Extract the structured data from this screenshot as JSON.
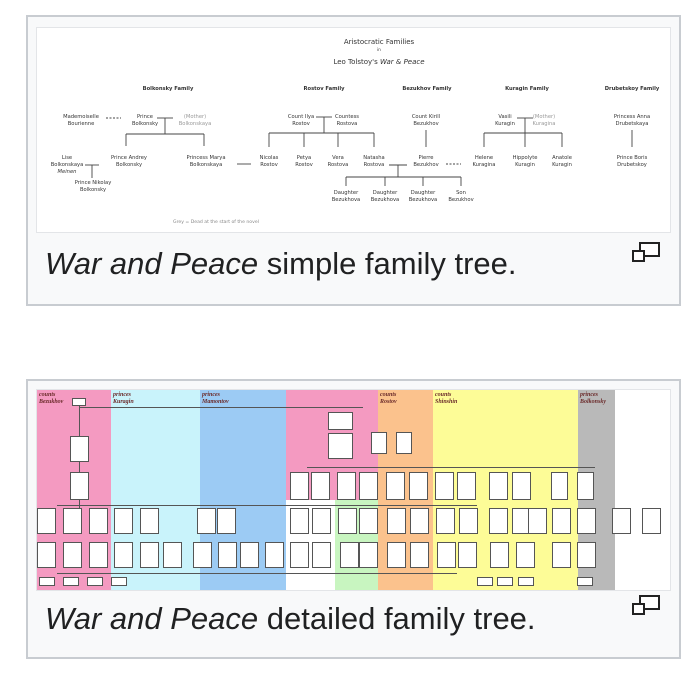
{
  "figures": [
    {
      "caption_italic": "War and Peace",
      "caption_rest": " simple family tree.",
      "tree": {
        "title": "Aristocratic Families",
        "title_in": "in",
        "subtitle_prefix": "Leo Tolstoy's ",
        "subtitle_italic": "War & Peace",
        "families": [
          "Bolkonsky Family",
          "Rostov Family",
          "Bezukhov Family",
          "Kuragin Family",
          "Drubetskoy Family"
        ],
        "people": {
          "bourienne": [
            "Mademoiselle",
            "Bourienne"
          ],
          "prince_bolkonsky": [
            "Prince",
            "Bolkonsky"
          ],
          "mother_bolkonskaya": [
            "(Mother)",
            "Bolkonskaya"
          ],
          "ilya": [
            "Count Ilya",
            "Rostov"
          ],
          "countess": [
            "Countess",
            "Rostova"
          ],
          "kirill": [
            "Count Kirill",
            "Bezukhov"
          ],
          "vasili": [
            "Vasili",
            "Kuragin"
          ],
          "mother_kuragina": [
            "(Mother)",
            "Kuragina"
          ],
          "anna": [
            "Princess Anna",
            "Drubetskaya"
          ],
          "lise": [
            "Lise",
            "Bolkonskaya",
            "Meinen"
          ],
          "andrey": [
            "Prince Andrey",
            "Bolkonsky"
          ],
          "marya": [
            "Princess Marya",
            "Bolkonskaya"
          ],
          "nicolas": [
            "Nicolas",
            "Rostov"
          ],
          "petya": [
            "Petya",
            "Rostov"
          ],
          "vera": [
            "Vera",
            "Rostova"
          ],
          "natasha": [
            "Natasha",
            "Rostova"
          ],
          "pierre": [
            "Pierre",
            "Bezukhov"
          ],
          "helene": [
            "Helene",
            "Kuragina"
          ],
          "hippolyte": [
            "Hippolyte",
            "Kuragin"
          ],
          "anatole": [
            "Anatole",
            "Kuragin"
          ],
          "boris": [
            "Prince Boris",
            "Drubetskoy"
          ],
          "nikolay": [
            "Prince Nikolay",
            "Bolkonsky"
          ],
          "daughter1": [
            "Daughter",
            "Bezukhova"
          ],
          "daughter2": [
            "Daughter",
            "Bezukhova"
          ],
          "daughter3": [
            "Daughter",
            "Bezukhova"
          ],
          "son": [
            "Son",
            "Bezukhov"
          ]
        },
        "legend": "Grey = Dead at the start of the novel"
      }
    },
    {
      "caption_italic": "War and Peace",
      "caption_rest": " detailed family tree.",
      "tree": {
        "columns": [
          {
            "heading": [
              "counts",
              "Bezukhov"
            ],
            "color": "#f49ac1"
          },
          {
            "heading": [
              "princes",
              "Kuragin"
            ],
            "color": "#c9f3fb"
          },
          {
            "heading": [
              "princes",
              "Mamontov"
            ],
            "color": "#9ccbf4"
          },
          {
            "heading": [
              "",
              ""
            ],
            "color": "#f49ac1"
          },
          {
            "heading": [
              "counts",
              "Rostov"
            ],
            "color": "#fbc28d"
          },
          {
            "heading": [
              "counts",
              "Shinshin"
            ],
            "color": "#fdfc97"
          },
          {
            "heading": [
              "princes",
              "Bolkonsky"
            ],
            "color": "#b9b9b9"
          }
        ]
      }
    }
  ],
  "icons": {
    "enlarge": "magnify-enlarge-icon"
  }
}
